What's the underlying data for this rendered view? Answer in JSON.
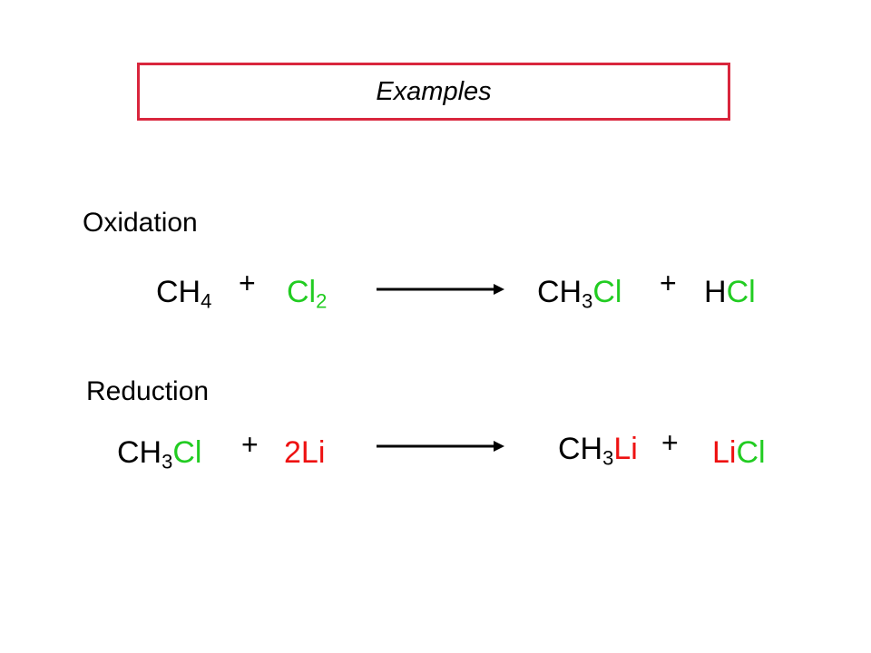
{
  "title": "Examples",
  "colors": {
    "border": "#d9263d",
    "green": "#22cc22",
    "red": "#ee1111",
    "black": "#000000"
  },
  "oxidation": {
    "heading": "Oxidation",
    "reactant1": {
      "main": "CH",
      "sub": "4"
    },
    "plus1": "+",
    "reactant2": {
      "main": "Cl",
      "sub": "2"
    },
    "product1": {
      "prefix": "CH",
      "sub": "3",
      "suffix": "Cl"
    },
    "plus2": "+",
    "product2": {
      "prefix": "H",
      "suffix": "Cl"
    }
  },
  "reduction": {
    "heading": "Reduction",
    "reactant1": {
      "prefix": "CH",
      "sub": "3",
      "suffix": "Cl"
    },
    "plus1": "+",
    "reactant2": "2Li",
    "product1": {
      "prefix": "CH",
      "sub": "3",
      "suffix": "Li"
    },
    "plus2": "+",
    "product2": {
      "prefix": "Li",
      "suffix": "Cl"
    }
  }
}
